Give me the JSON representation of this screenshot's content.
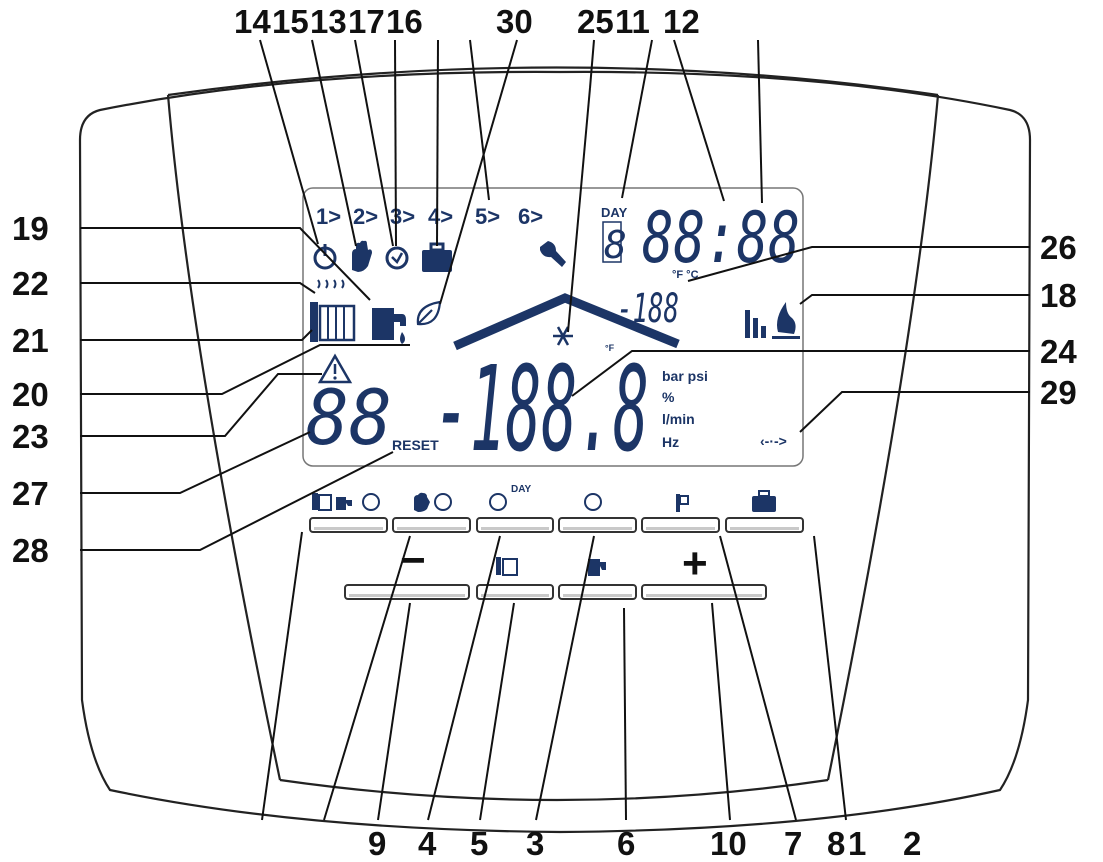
{
  "callouts": {
    "top": [
      "14",
      "15",
      "13",
      "17",
      "16",
      "30",
      "25",
      "11",
      "12"
    ],
    "left": [
      "19",
      "22",
      "21",
      "20",
      "23",
      "27",
      "28"
    ],
    "right": [
      "26",
      "18",
      "24",
      "29"
    ],
    "bottom": [
      "9",
      "4",
      "5",
      "3",
      "6",
      "10",
      "7",
      "8",
      "1",
      "2"
    ]
  },
  "display": {
    "program_steps": [
      "1>",
      "2>",
      "3>",
      "4>",
      "5>",
      "6>"
    ],
    "day_label": "DAY",
    "day_digit": "8",
    "clock": "88:88",
    "deg_units": "°F °C",
    "small_temp": "-188",
    "big_value": "-188.8",
    "big_units_mark": "°F",
    "units": [
      "bar psi",
      "%",
      "l/min",
      "Hz"
    ],
    "char_field": "88",
    "reset_label": "RESET",
    "comm_symbol": "‹-·->"
  },
  "buttons": {
    "top_row_labels": [
      "",
      "",
      "DAY",
      "",
      "",
      ""
    ],
    "bottom_row_labels": [
      "−",
      "",
      "",
      "+"
    ]
  },
  "icons": {
    "top_row": [
      "standby-icon",
      "hand-icon",
      "clock-icon",
      "suitcase-icon"
    ],
    "left": [
      "heat-waves-icon",
      "radiator-icon",
      "tap-icon",
      "leaf-icon",
      "warning-icon"
    ],
    "right": [
      "signal-bars-icon",
      "flame-icon",
      "wrench-icon",
      "snowflake-icon"
    ]
  },
  "colors": {
    "lcd": "#1c3566",
    "ink": "#111111"
  }
}
